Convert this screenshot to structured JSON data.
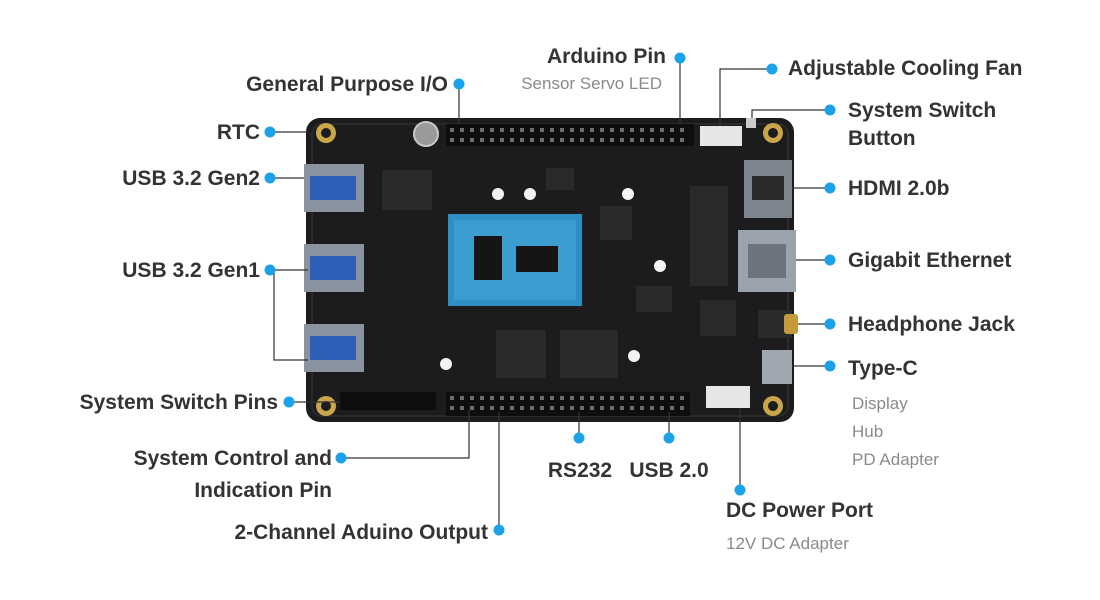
{
  "colors": {
    "accent": "#1aa3ea",
    "board": "#1c1c1e",
    "cpu": "#2f8fc4",
    "text": "#333333",
    "subtext": "#8a8a8a"
  },
  "labels": {
    "arduino_pin": "Arduino Pin",
    "arduino_sub": "Sensor  Servo  LED",
    "gpio": "General Purpose I/O",
    "cooling_fan": "Adjustable Cooling Fan",
    "system_switch_button_1": "System Switch",
    "system_switch_button_2": "Button",
    "rtc": "RTC",
    "usb32_gen2": "USB 3.2 Gen2",
    "hdmi": "HDMI 2.0b",
    "usb32_gen1": "USB 3.2 Gen1",
    "ethernet": "Gigabit Ethernet",
    "headphone": "Headphone Jack",
    "typec": "Type-C",
    "typec_sub": [
      "Display",
      "Hub",
      "PD Adapter"
    ],
    "switch_pins": "System Switch Pins",
    "control_1": "System Control and",
    "control_2": "Indication Pin",
    "rs232": "RS232",
    "usb20": "USB 2.0",
    "dc_port": "DC Power Port",
    "dc_sub": "12V DC Adapter",
    "aduino_output": "2-Channel Aduino Output"
  }
}
